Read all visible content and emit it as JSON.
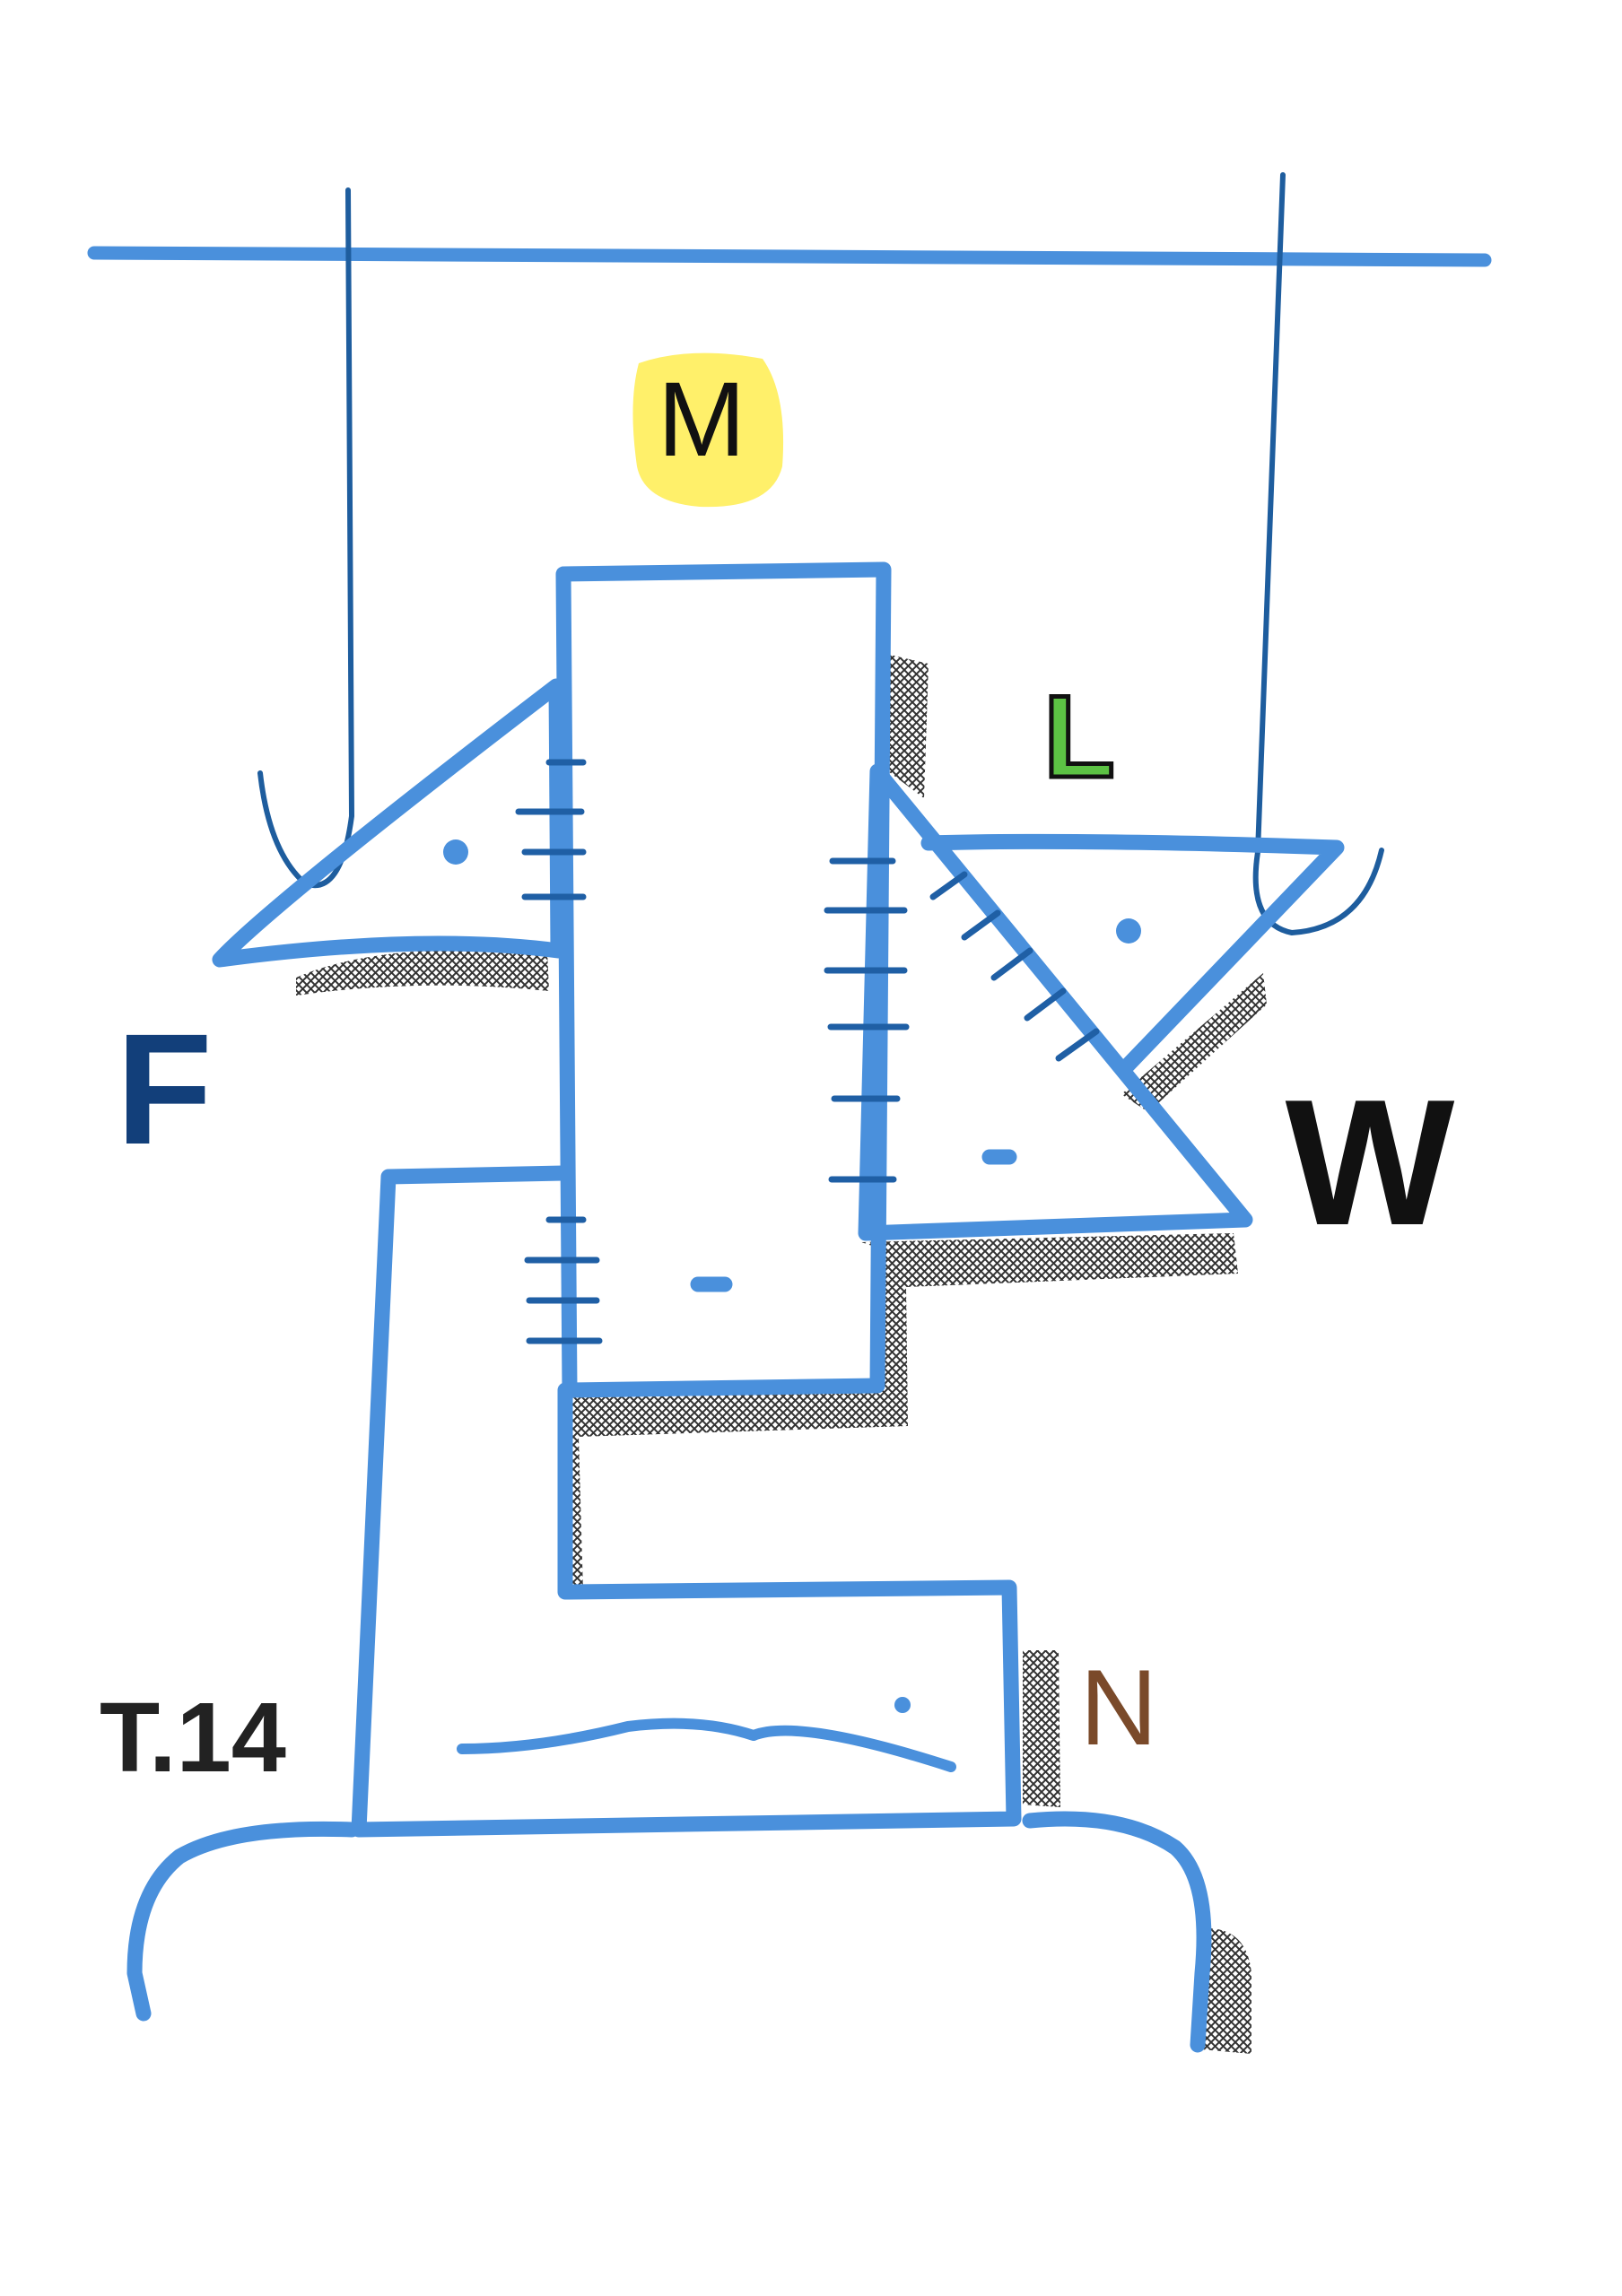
{
  "labels": {
    "top": "M",
    "left": "F",
    "upper_right": "L",
    "right": "W",
    "lower_right": "N",
    "plate_number": "T.14"
  },
  "colors": {
    "outline_blue": "#4a90dc",
    "line_dark_blue": "#1e5d9e",
    "label_m_highlight": "#fff06a",
    "label_l_fill": "#5cc244",
    "label_f": "#123f7a",
    "label_w": "#111111",
    "label_n": "#7a4a2a",
    "label_t14": "#222222",
    "hatch": "#333333"
  }
}
